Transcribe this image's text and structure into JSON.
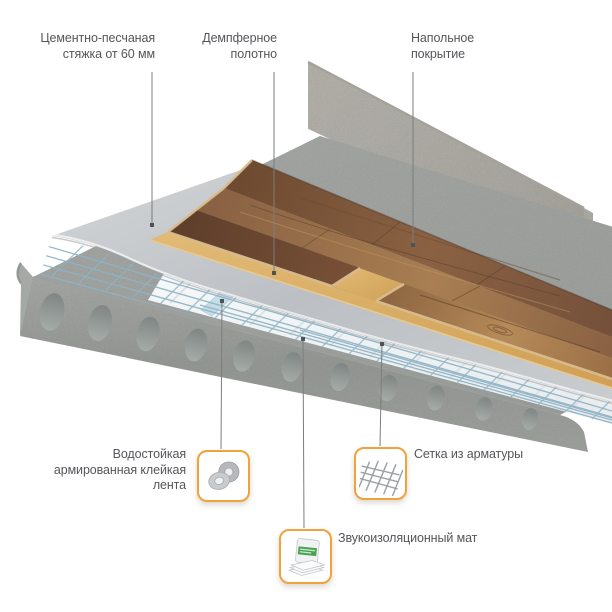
{
  "callouts": {
    "screed": {
      "line1": "Цементно-песчаная",
      "line2": "стяжка от 60 мм"
    },
    "damper": {
      "line1": "Демпферное",
      "line2": "полотно"
    },
    "flooring": {
      "line1": "Напольное",
      "line2": "покрытие"
    },
    "tape": {
      "line1": "Водостойкая",
      "line2": "армированная клейкая",
      "line3": "лента"
    },
    "mesh": {
      "label": "Сетка из арматуры"
    },
    "mat": {
      "label": "Звукоизоляционный мат"
    }
  },
  "icons": {
    "tape_icon": "tape-rolls-icon",
    "mesh_icon": "rebar-mesh-icon",
    "mat_icon": "insulation-mat-icon"
  },
  "colors": {
    "accent_orange": "#F0A23C",
    "label_text": "#55565A",
    "leader_line": "#7B7D80",
    "leader_dot": "#515254",
    "wall_concrete": "#C9C6BF",
    "slab_concrete": "#B2B6B2",
    "screed_gray": "#C4C8CB",
    "mesh_blue": "#8FB3C4",
    "mat_white": "#F7F9FA",
    "underlay_tan": "#D9AE66",
    "wood_dark": "#5F3F2B",
    "wood_mid": "#8A6243",
    "wood_light": "#B68A58",
    "tape_seam_blue": "#C4DDE8"
  }
}
